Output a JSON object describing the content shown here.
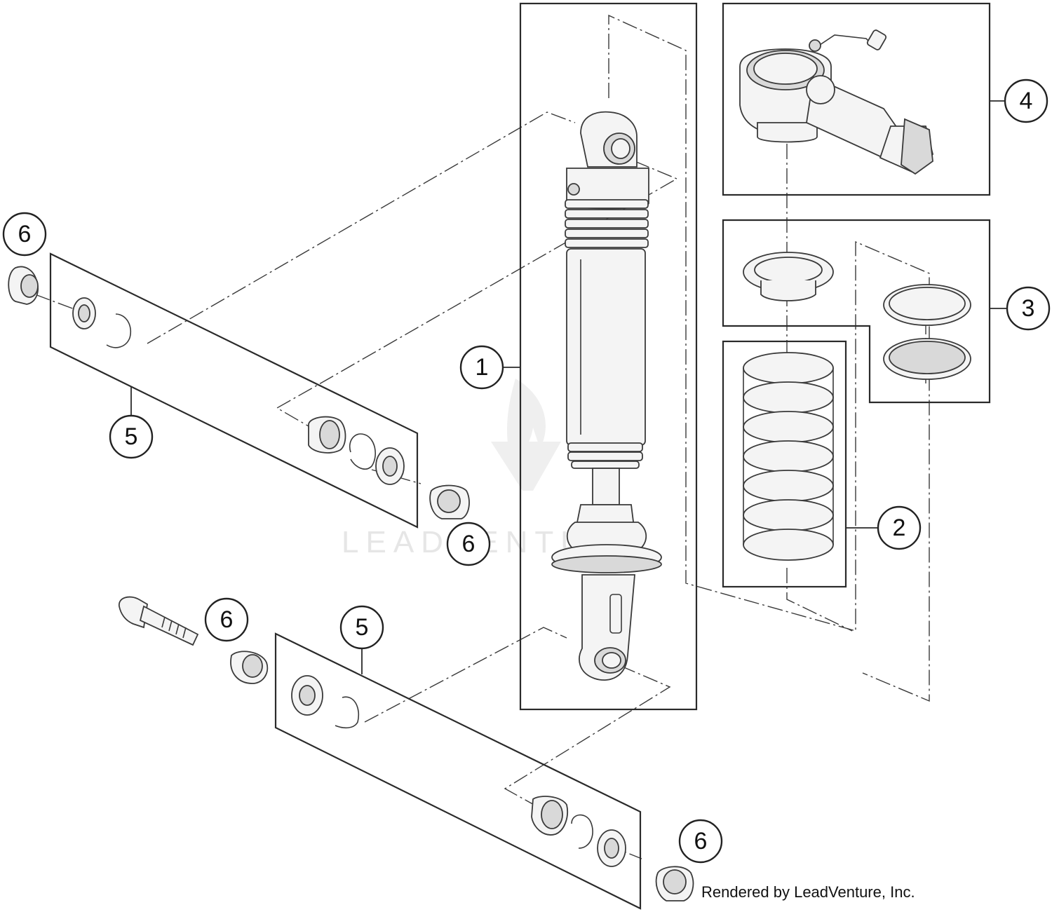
{
  "callouts": [
    {
      "id": "c1",
      "label": "1"
    },
    {
      "id": "c2",
      "label": "2"
    },
    {
      "id": "c3",
      "label": "3"
    },
    {
      "id": "c4",
      "label": "4"
    },
    {
      "id": "c5a",
      "label": "5"
    },
    {
      "id": "c5b",
      "label": "5"
    },
    {
      "id": "c6a",
      "label": "6"
    },
    {
      "id": "c6b",
      "label": "6"
    },
    {
      "id": "c6c",
      "label": "6"
    },
    {
      "id": "c6d",
      "label": "6"
    }
  ],
  "credit": "Rendered by LeadVenture, Inc.",
  "watermark": "LEADVENTURE",
  "colors": {
    "line": "#2a2a2a",
    "part_fill": "#f4f4f4",
    "watermark": "#e6e6e6"
  }
}
